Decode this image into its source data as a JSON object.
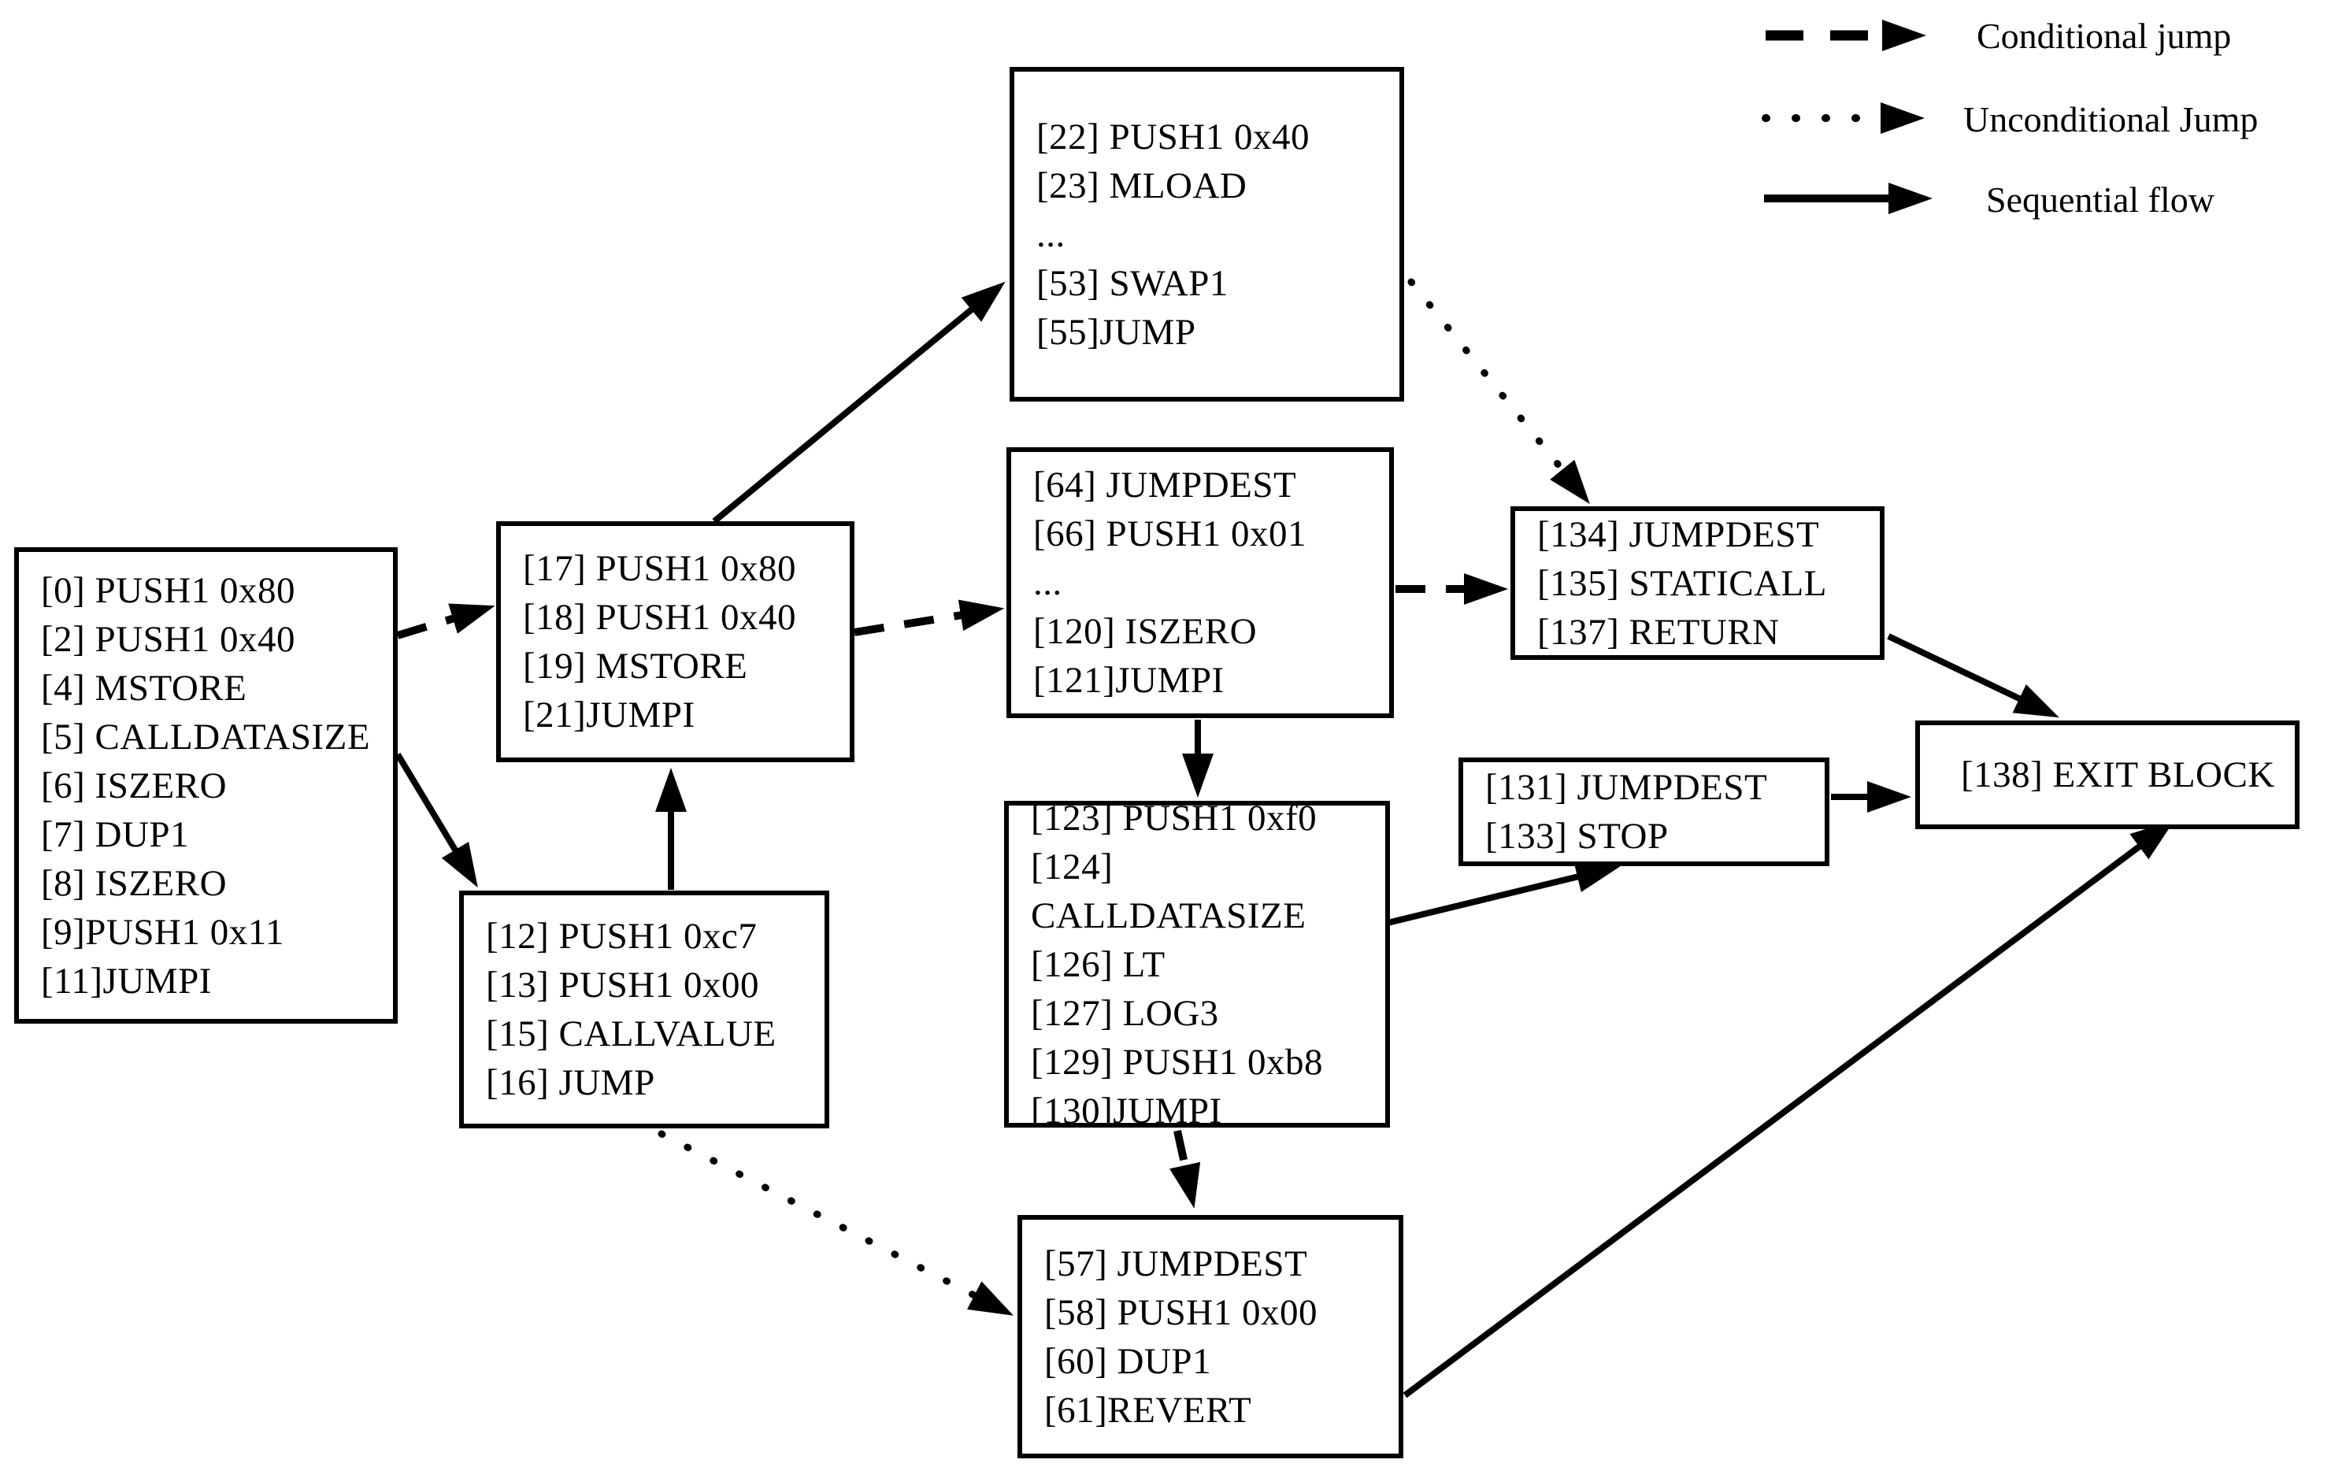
{
  "figure": {
    "type": "control-flow-graph",
    "background_color": "#ffffff",
    "stroke_color": "#000000"
  },
  "legend": {
    "items": [
      {
        "style": "dashed",
        "label": "Conditional jump"
      },
      {
        "style": "dotted",
        "label": "Unconditional Jump"
      },
      {
        "style": "solid",
        "label": "Sequential flow"
      }
    ]
  },
  "blocks": [
    {
      "id": "0-11",
      "lines": [
        "[0] PUSH1 0x80",
        "[2] PUSH1 0x40",
        "[4] MSTORE",
        "[5] CALLDATASIZE",
        "[6] ISZERO",
        "[7] DUP1",
        "[8] ISZERO",
        "[9]PUSH1 0x11",
        "[11]JUMPI"
      ]
    },
    {
      "id": "17-21",
      "lines": [
        "[17] PUSH1 0x80",
        "[18] PUSH1 0x40",
        "[19] MSTORE",
        "[21]JUMPI"
      ]
    },
    {
      "id": "12-16",
      "lines": [
        "[12] PUSH1 0xc7",
        "[13] PUSH1 0x00",
        "[15] CALLVALUE",
        "[16] JUMP"
      ]
    },
    {
      "id": "22-55",
      "lines": [
        "[22] PUSH1 0x40",
        "[23] MLOAD",
        "...",
        "[53] SWAP1",
        "[55]JUMP"
      ]
    },
    {
      "id": "64-121",
      "lines": [
        "[64] JUMPDEST",
        "[66] PUSH1 0x01",
        "...",
        "[120] ISZERO",
        "[121]JUMPI"
      ]
    },
    {
      "id": "123-130",
      "lines": [
        "[123] PUSH1 0xf0",
        "[124] CALLDATASIZE",
        "[126] LT",
        "[127] LOG3",
        "[129] PUSH1 0xb8",
        "[130]JUMPI"
      ]
    },
    {
      "id": "57-61",
      "lines": [
        "[57] JUMPDEST",
        "[58] PUSH1 0x00",
        "[60] DUP1",
        "[61]REVERT"
      ]
    },
    {
      "id": "134-137",
      "lines": [
        "[134] JUMPDEST",
        "[135] STATICALL",
        "[137] RETURN"
      ]
    },
    {
      "id": "131-133",
      "lines": [
        "[131] JUMPDEST",
        "[133] STOP"
      ]
    },
    {
      "id": "138",
      "lines": [
        "[138] EXIT BLOCK"
      ]
    }
  ],
  "edges": [
    {
      "from": "0-11",
      "to": "17-21",
      "type": "conditional-jump"
    },
    {
      "from": "0-11",
      "to": "12-16",
      "type": "sequential-flow"
    },
    {
      "from": "12-16",
      "to": "17-21",
      "type": "sequential-flow"
    },
    {
      "from": "17-21",
      "to": "22-55",
      "type": "sequential-flow"
    },
    {
      "from": "17-21",
      "to": "64-121",
      "type": "conditional-jump"
    },
    {
      "from": "22-55",
      "to": "134-137",
      "type": "unconditional-jump"
    },
    {
      "from": "64-121",
      "to": "134-137",
      "type": "conditional-jump"
    },
    {
      "from": "64-121",
      "to": "123-130",
      "type": "sequential-flow"
    },
    {
      "from": "123-130",
      "to": "131-133",
      "type": "sequential-flow"
    },
    {
      "from": "123-130",
      "to": "57-61",
      "type": "conditional-jump"
    },
    {
      "from": "12-16",
      "to": "57-61",
      "type": "unconditional-jump"
    },
    {
      "from": "134-137",
      "to": "138",
      "type": "sequential-flow"
    },
    {
      "from": "131-133",
      "to": "138",
      "type": "sequential-flow"
    },
    {
      "from": "57-61",
      "to": "138",
      "type": "sequential-flow"
    }
  ]
}
